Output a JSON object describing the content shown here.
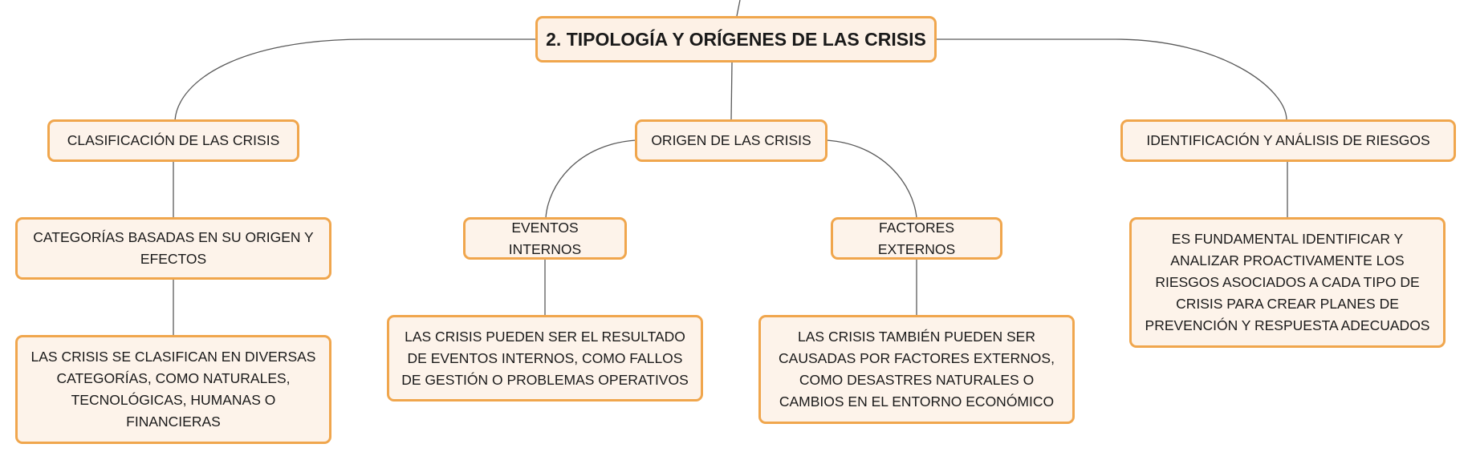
{
  "diagram": {
    "root": {
      "label": "2. TIPOLOGÍA Y ORÍGENES DE LAS CRISIS"
    },
    "branches": [
      {
        "label": "CLASIFICACIÓN DE LAS CRISIS",
        "child": "CATEGORÍAS BASADAS EN SU ORIGEN Y EFECTOS",
        "detail": "LAS CRISIS SE CLASIFICAN EN DIVERSAS CATEGORÍAS, COMO NATURALES, TECNOLÓGICAS, HUMANAS O FINANCIERAS"
      },
      {
        "label": "ORIGEN DE LAS CRISIS",
        "children": [
          {
            "label": "EVENTOS INTERNOS",
            "detail": "LAS CRISIS PUEDEN SER EL RESULTADO DE EVENTOS INTERNOS, COMO FALLOS DE GESTIÓN O PROBLEMAS OPERATIVOS"
          },
          {
            "label": "FACTORES EXTERNOS",
            "detail": "LAS CRISIS TAMBIÉN PUEDEN SER CAUSADAS POR FACTORES EXTERNOS, COMO DESASTRES NATURALES O CAMBIOS EN EL ENTORNO ECONÓMICO"
          }
        ]
      },
      {
        "label": "IDENTIFICACIÓN Y ANÁLISIS DE RIESGOS",
        "detail": "ES FUNDAMENTAL IDENTIFICAR Y ANALIZAR PROACTIVAMENTE LOS RIESGOS ASOCIADOS A CADA TIPO DE CRISIS PARA CREAR PLANES DE PREVENCIÓN Y RESPUESTA ADECUADOS"
      }
    ],
    "colors": {
      "node_fill": "#fdf3ea",
      "node_border": "#f0a64d",
      "connector": "#5a5a5a",
      "text": "#1a1a1a"
    }
  }
}
